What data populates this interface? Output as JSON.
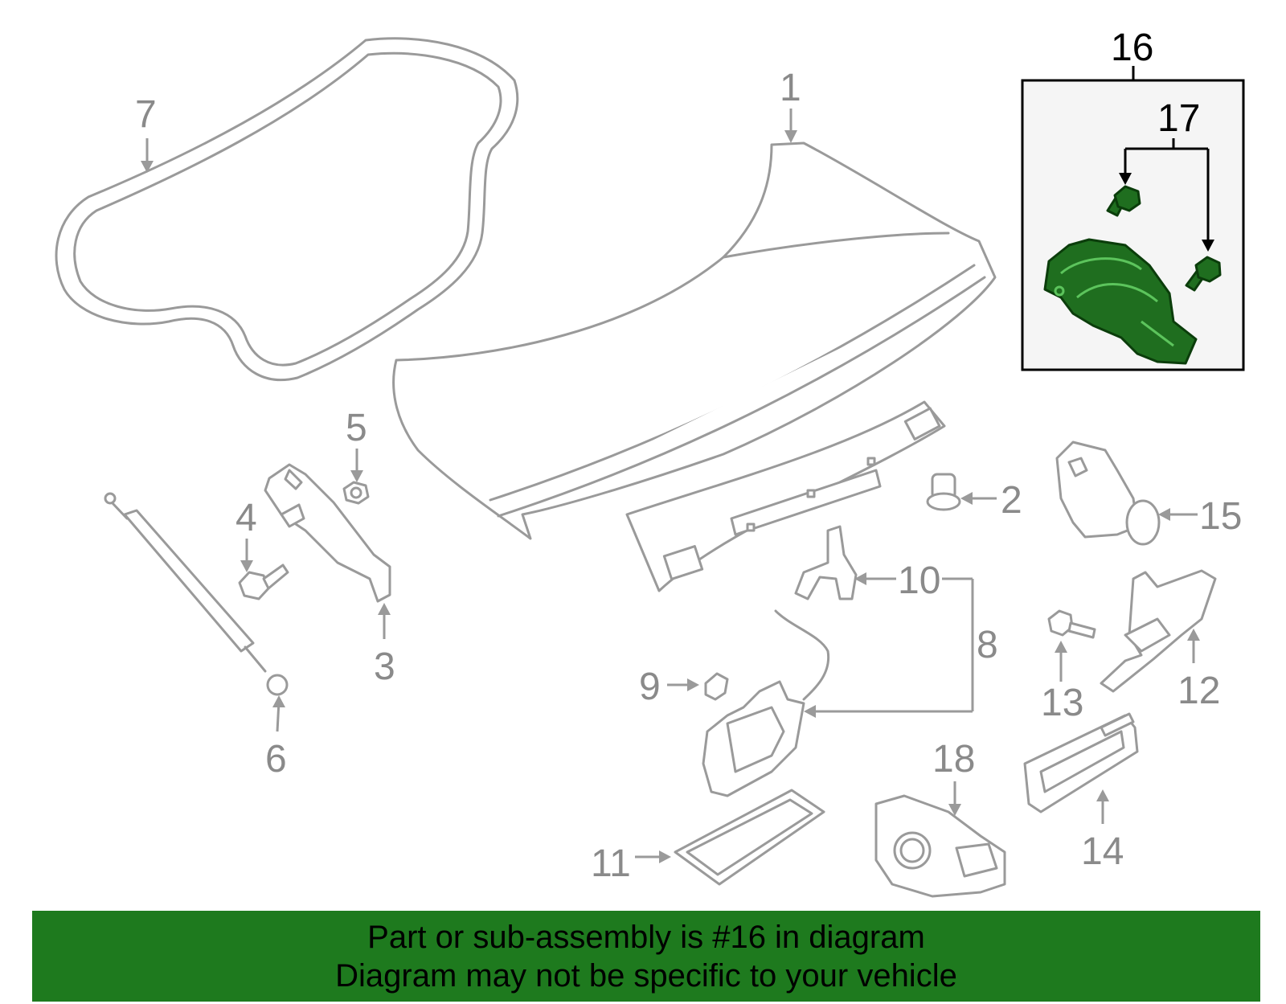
{
  "diagram": {
    "highlight_color": "#1e7a1e",
    "callouts": {
      "c1": "1",
      "c2": "2",
      "c3": "3",
      "c4": "4",
      "c5": "5",
      "c6": "6",
      "c7": "7",
      "c8": "8",
      "c9": "9",
      "c10": "10",
      "c11": "11",
      "c12": "12",
      "c13": "13",
      "c14": "14",
      "c15": "15",
      "c16": "16",
      "c17": "17",
      "c18": "18"
    },
    "highlighted_part": "16"
  },
  "banner": {
    "line1": "Part or sub-assembly is #16 in diagram",
    "line2": "Diagram may not be specific to your vehicle"
  }
}
